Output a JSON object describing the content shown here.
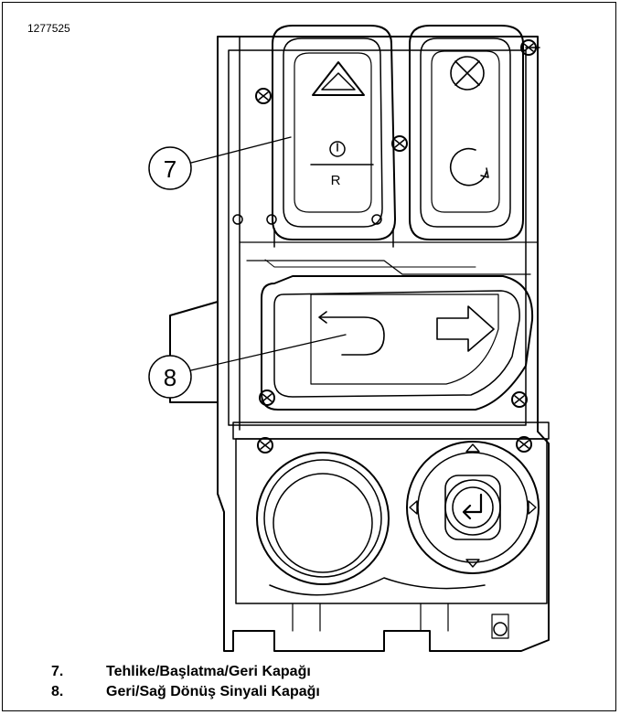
{
  "figure": {
    "id": "1277525",
    "callouts": [
      {
        "num": "7",
        "label": "Tehlike/Başlatma/Geri Kapağı"
      },
      {
        "num": "8",
        "label": "Geri/Sağ Dönüş Sinyali Kapağı"
      }
    ],
    "legend": [
      {
        "num": "7.",
        "label": "Tehlike/Başlatma/Geri Kapağı"
      },
      {
        "num": "8.",
        "label": "Geri/Sağ Dönüş Sinyali Kapağı"
      }
    ],
    "button_glyph": "R"
  }
}
